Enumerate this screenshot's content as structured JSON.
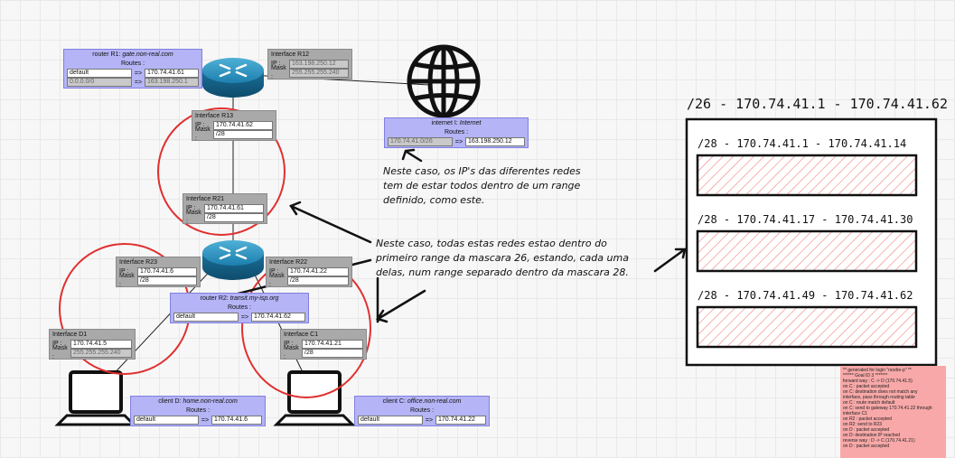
{
  "router_r1": {
    "title_prefix": "router R1:",
    "title_host": "gate.non-real.com",
    "routes_label": "Routes :",
    "routes": [
      {
        "dest": "default",
        "arrow": "=>",
        "gw": "170.74.41.61",
        "dim": false
      },
      {
        "dest": "0.0.0.0/0",
        "arrow": "=>",
        "gw": "163.198.250.1",
        "dim": true
      }
    ]
  },
  "iface_r12": {
    "title": "Interface R12",
    "ip_label": "IP :",
    "ip": "163.198.250.12",
    "mask_label": "Mask :",
    "mask": "255.255.255.240"
  },
  "iface_r13": {
    "title": "Interface R13",
    "ip_label": "IP :",
    "ip": "170.74.41.62",
    "mask_label": "Mask :",
    "mask": "/28"
  },
  "iface_r21": {
    "title": "Interface R21",
    "ip_label": "IP :",
    "ip": "170.74.41.61",
    "mask_label": "Mask :",
    "mask": "/28"
  },
  "iface_r23": {
    "title": "Interface R23",
    "ip_label": "IP :",
    "ip": "170.74.41.6",
    "mask_label": "Mask :",
    "mask": "/28"
  },
  "iface_r22": {
    "title": "Interface R22",
    "ip_label": "IP :",
    "ip": "170.74.41.22",
    "mask_label": "Mask :",
    "mask": "/28"
  },
  "iface_d1": {
    "title": "Interface D1",
    "ip_label": "IP :",
    "ip": "170.74.41.5",
    "mask_label": "Mask :",
    "mask": "255.255.255.240"
  },
  "iface_c1": {
    "title": "Interface C1",
    "ip_label": "IP :",
    "ip": "170.74.41.21",
    "mask_label": "Mask :",
    "mask": "/28"
  },
  "internet": {
    "title_prefix": "internet I:",
    "title_host": "Internet",
    "routes_label": "Routes :",
    "routes": [
      {
        "dest": "170.74.41.0/26",
        "arrow": "=>",
        "gw": "163.198.250.12",
        "dim": true
      }
    ]
  },
  "router_r2": {
    "title_prefix": "router R2:",
    "title_host": "transit.my-isp.org",
    "routes_label": "Routes :",
    "routes": [
      {
        "dest": "default",
        "arrow": "=>",
        "gw": "170.74.41.62",
        "dim": false
      }
    ]
  },
  "client_d": {
    "title_prefix": "client D:",
    "title_host": "home.non-real.com",
    "routes_label": "Routes :",
    "routes": [
      {
        "dest": "default",
        "arrow": "=>",
        "gw": "170.74.41.6",
        "dim": false
      }
    ]
  },
  "client_c": {
    "title_prefix": "client C:",
    "title_host": "office.non-real.com",
    "routes_label": "Routes :",
    "routes": [
      {
        "dest": "default",
        "arrow": "=>",
        "gw": "170.74.41.22",
        "dim": false
      }
    ]
  },
  "notes": {
    "note1": [
      "Neste caso, os IP's das diferentes redes",
      "tem de estar todos dentro de um range",
      "definido, como este."
    ],
    "note2": [
      "Neste caso, todas estas redes estao dentro do",
      "primeiro range da mascara 26, estando, cada uma",
      "delas, num range separado dentro da mascara 28."
    ]
  },
  "ranges": {
    "main": "/26 - 170.74.41.1 - 170.74.41.62",
    "sub": [
      "/28 - 170.74.41.1 - 170.74.41.14",
      "/28 - 170.74.41.17 - 170.74.41.30",
      "/28 - 170.74.41.49 - 170.74.41.62"
    ]
  },
  "log": {
    "lines": [
      "** generated for login \"rsodre-p\" **",
      "****** Goal ID 3 *******",
      "forward way : C -> D (170.74.41.5)",
      "on C : packet accepted",
      "on C: destination does not match any",
      "interface, pass through routing table",
      "on C : route match default",
      "on C: send to gateway 170.74.41.22 through",
      "interface C1",
      "on R2 : packet accepted",
      "on R2: send to R23",
      "on D : packet accepted",
      "on D: destination IP reached",
      "reverse way : D -> C (170.74.41.21)",
      "on D : packet accepted"
    ]
  },
  "colors": {
    "router_box": "#b4b4f6",
    "iface_box": "#a9a9a9",
    "circle": "#e03030",
    "log_bg": "#f8a8a8",
    "hatch": "#f08080"
  },
  "icons": {
    "router": "router-icon",
    "globe": "globe-icon",
    "computer": "computer-icon"
  }
}
